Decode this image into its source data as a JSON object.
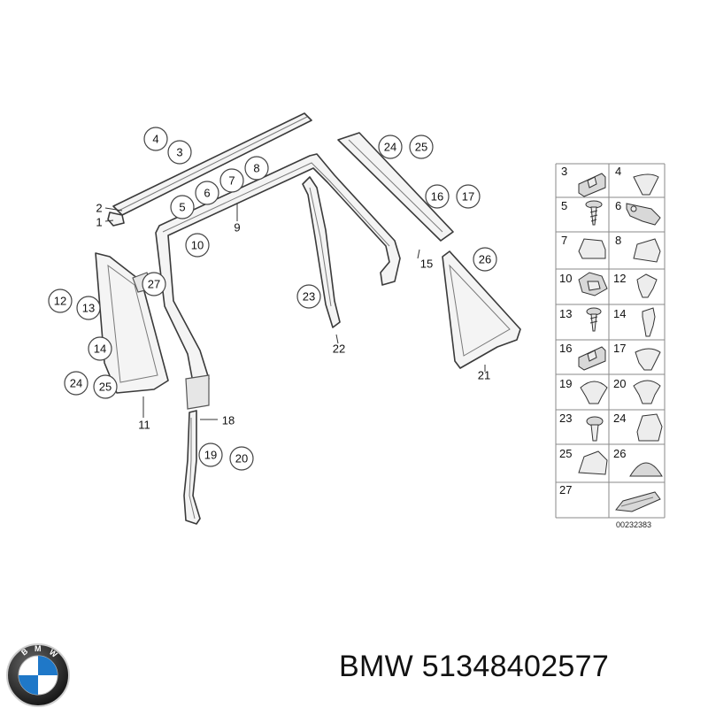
{
  "callouts": [
    {
      "id": "c4",
      "label": "4"
    },
    {
      "id": "c3",
      "label": "3"
    },
    {
      "id": "c5",
      "label": "5"
    },
    {
      "id": "c6",
      "label": "6"
    },
    {
      "id": "c7",
      "label": "7"
    },
    {
      "id": "c8",
      "label": "8"
    },
    {
      "id": "c24a",
      "label": "24"
    },
    {
      "id": "c25a",
      "label": "25"
    },
    {
      "id": "c16",
      "label": "16"
    },
    {
      "id": "c17",
      "label": "17"
    },
    {
      "id": "c10",
      "label": "10"
    },
    {
      "id": "c26",
      "label": "26"
    },
    {
      "id": "c27",
      "label": "27"
    },
    {
      "id": "c12",
      "label": "12"
    },
    {
      "id": "c13",
      "label": "13"
    },
    {
      "id": "c14",
      "label": "14"
    },
    {
      "id": "c23",
      "label": "23"
    },
    {
      "id": "c24b",
      "label": "24"
    },
    {
      "id": "c25b",
      "label": "25"
    },
    {
      "id": "c19",
      "label": "19"
    },
    {
      "id": "c20",
      "label": "20"
    }
  ],
  "plain_labels": [
    {
      "id": "l2",
      "label": "2"
    },
    {
      "id": "l1",
      "label": "1"
    },
    {
      "id": "l9",
      "label": "9"
    },
    {
      "id": "l15",
      "label": "15"
    },
    {
      "id": "l22",
      "label": "22"
    },
    {
      "id": "l21",
      "label": "21"
    },
    {
      "id": "l11",
      "label": "11"
    },
    {
      "id": "l18",
      "label": "18"
    }
  ],
  "legend_grid": {
    "items": [
      "3",
      "4",
      "5",
      "6",
      "7",
      "8",
      "10",
      "12",
      "13",
      "14",
      "16",
      "17",
      "19",
      "20",
      "23",
      "24",
      "25",
      "26",
      "27"
    ],
    "reference": "00232383"
  },
  "brand": {
    "logo_text": "BMW",
    "part_line": "BMW 51348402577"
  }
}
